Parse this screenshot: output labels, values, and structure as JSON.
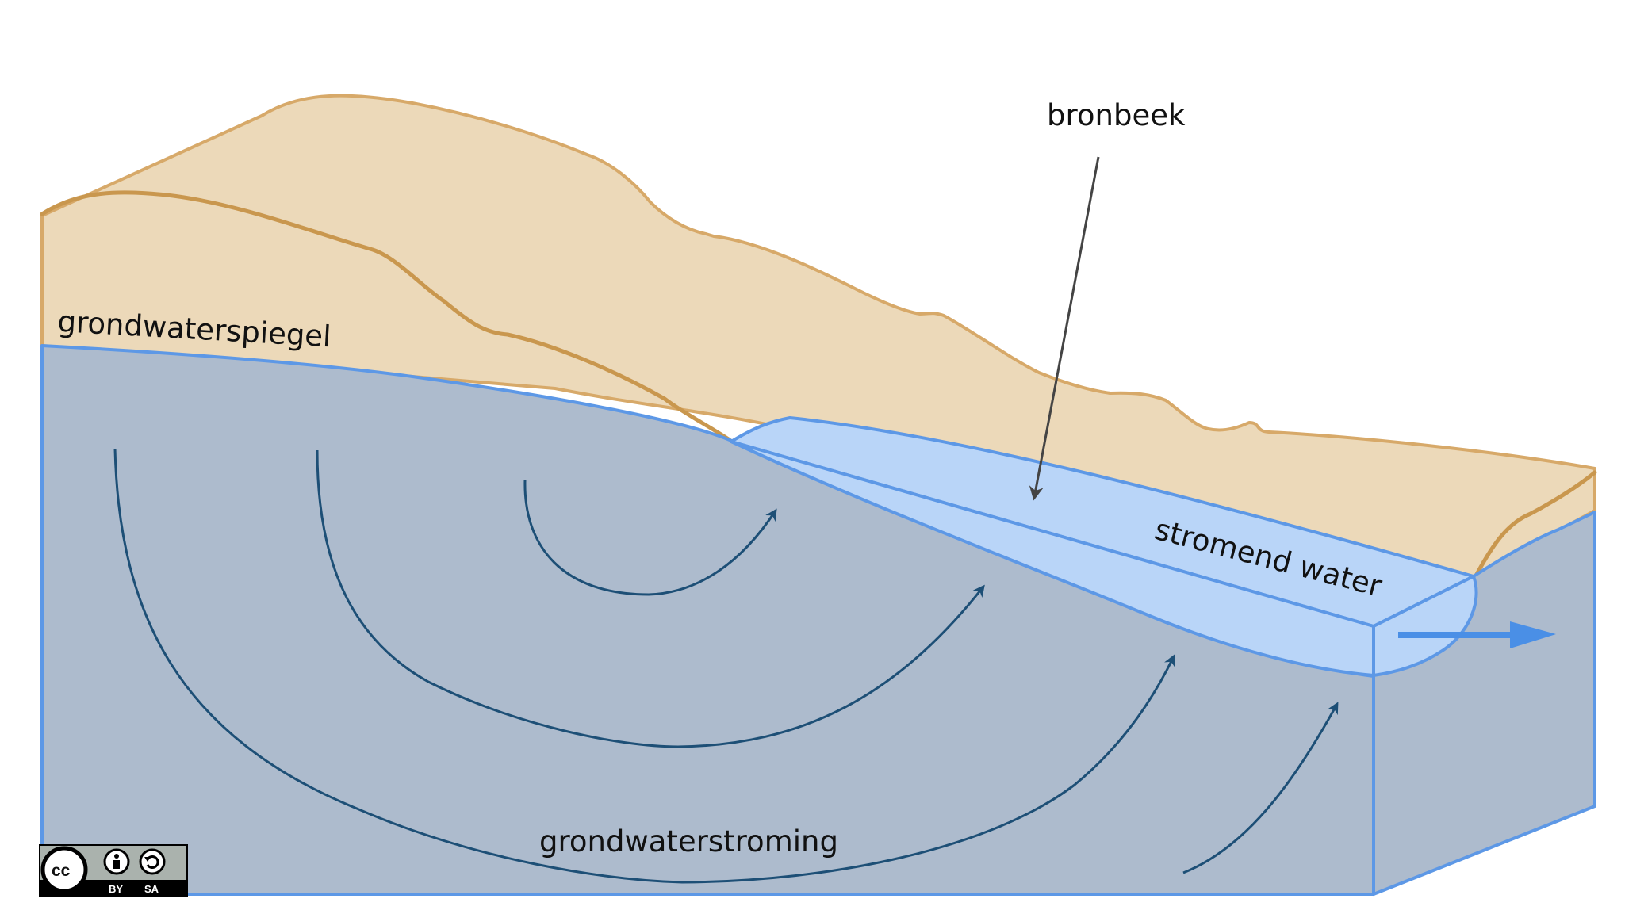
{
  "labels": {
    "groundwater_table": "grondwaterspiegel",
    "spring_brook": "bronbeek",
    "flowing_water": "stromend water",
    "groundwater_flow": "grondwaterstroming"
  },
  "license_badge": {
    "cc": "cc",
    "by": "BY",
    "sa": "SA"
  },
  "colors": {
    "soil_fill": "#ecd9b9",
    "soil_stroke": "#d7a969",
    "soil_line": "#c9974e",
    "groundwater_fill": "#adbbcd",
    "groundwater_edge": "#5d98e6",
    "stream_fill": "#b9d5f8",
    "flow_arrow": "#1d4f76",
    "outflow_arrow": "#4a8fe6",
    "pointer": "#444444"
  }
}
